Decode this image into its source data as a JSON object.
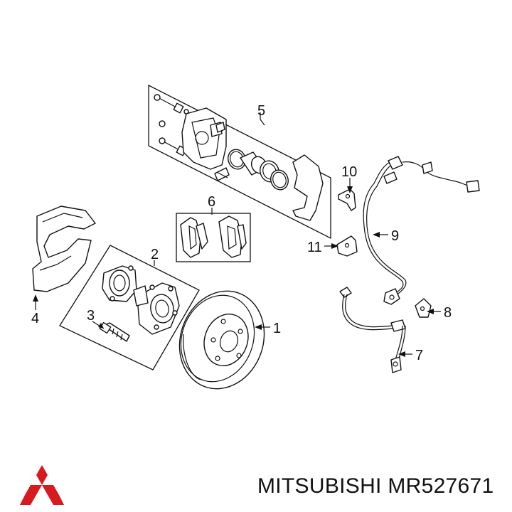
{
  "callouts": {
    "c1": "1",
    "c2": "2",
    "c3": "3",
    "c4": "4",
    "c5": "5",
    "c6": "6",
    "c7": "7",
    "c8": "8",
    "c9": "9",
    "c10": "10",
    "c11": "11"
  },
  "footer": {
    "brand": "MITSUBISHI",
    "part_number": "MR527671"
  },
  "colors": {
    "logo": "#d71920",
    "line": "#111111",
    "background": "#ffffff"
  }
}
